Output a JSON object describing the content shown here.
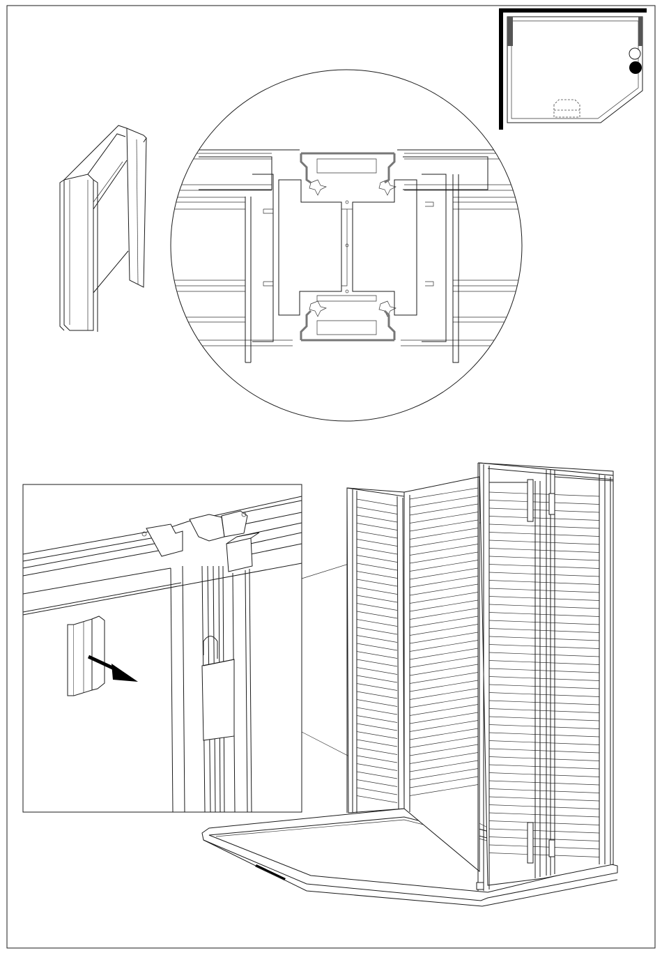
{
  "sheet": {
    "kind": "assembly-instruction-step",
    "text_visible": []
  },
  "colors": {
    "line": "#1a1a1a",
    "highlight_profile": "#777777",
    "position_marker": "#000000",
    "background": "#ffffff"
  },
  "icons": {
    "arrow": "pull-direction-arrow",
    "marker_filled": "current-position-marker",
    "marker_open": "next-position-marker"
  }
}
